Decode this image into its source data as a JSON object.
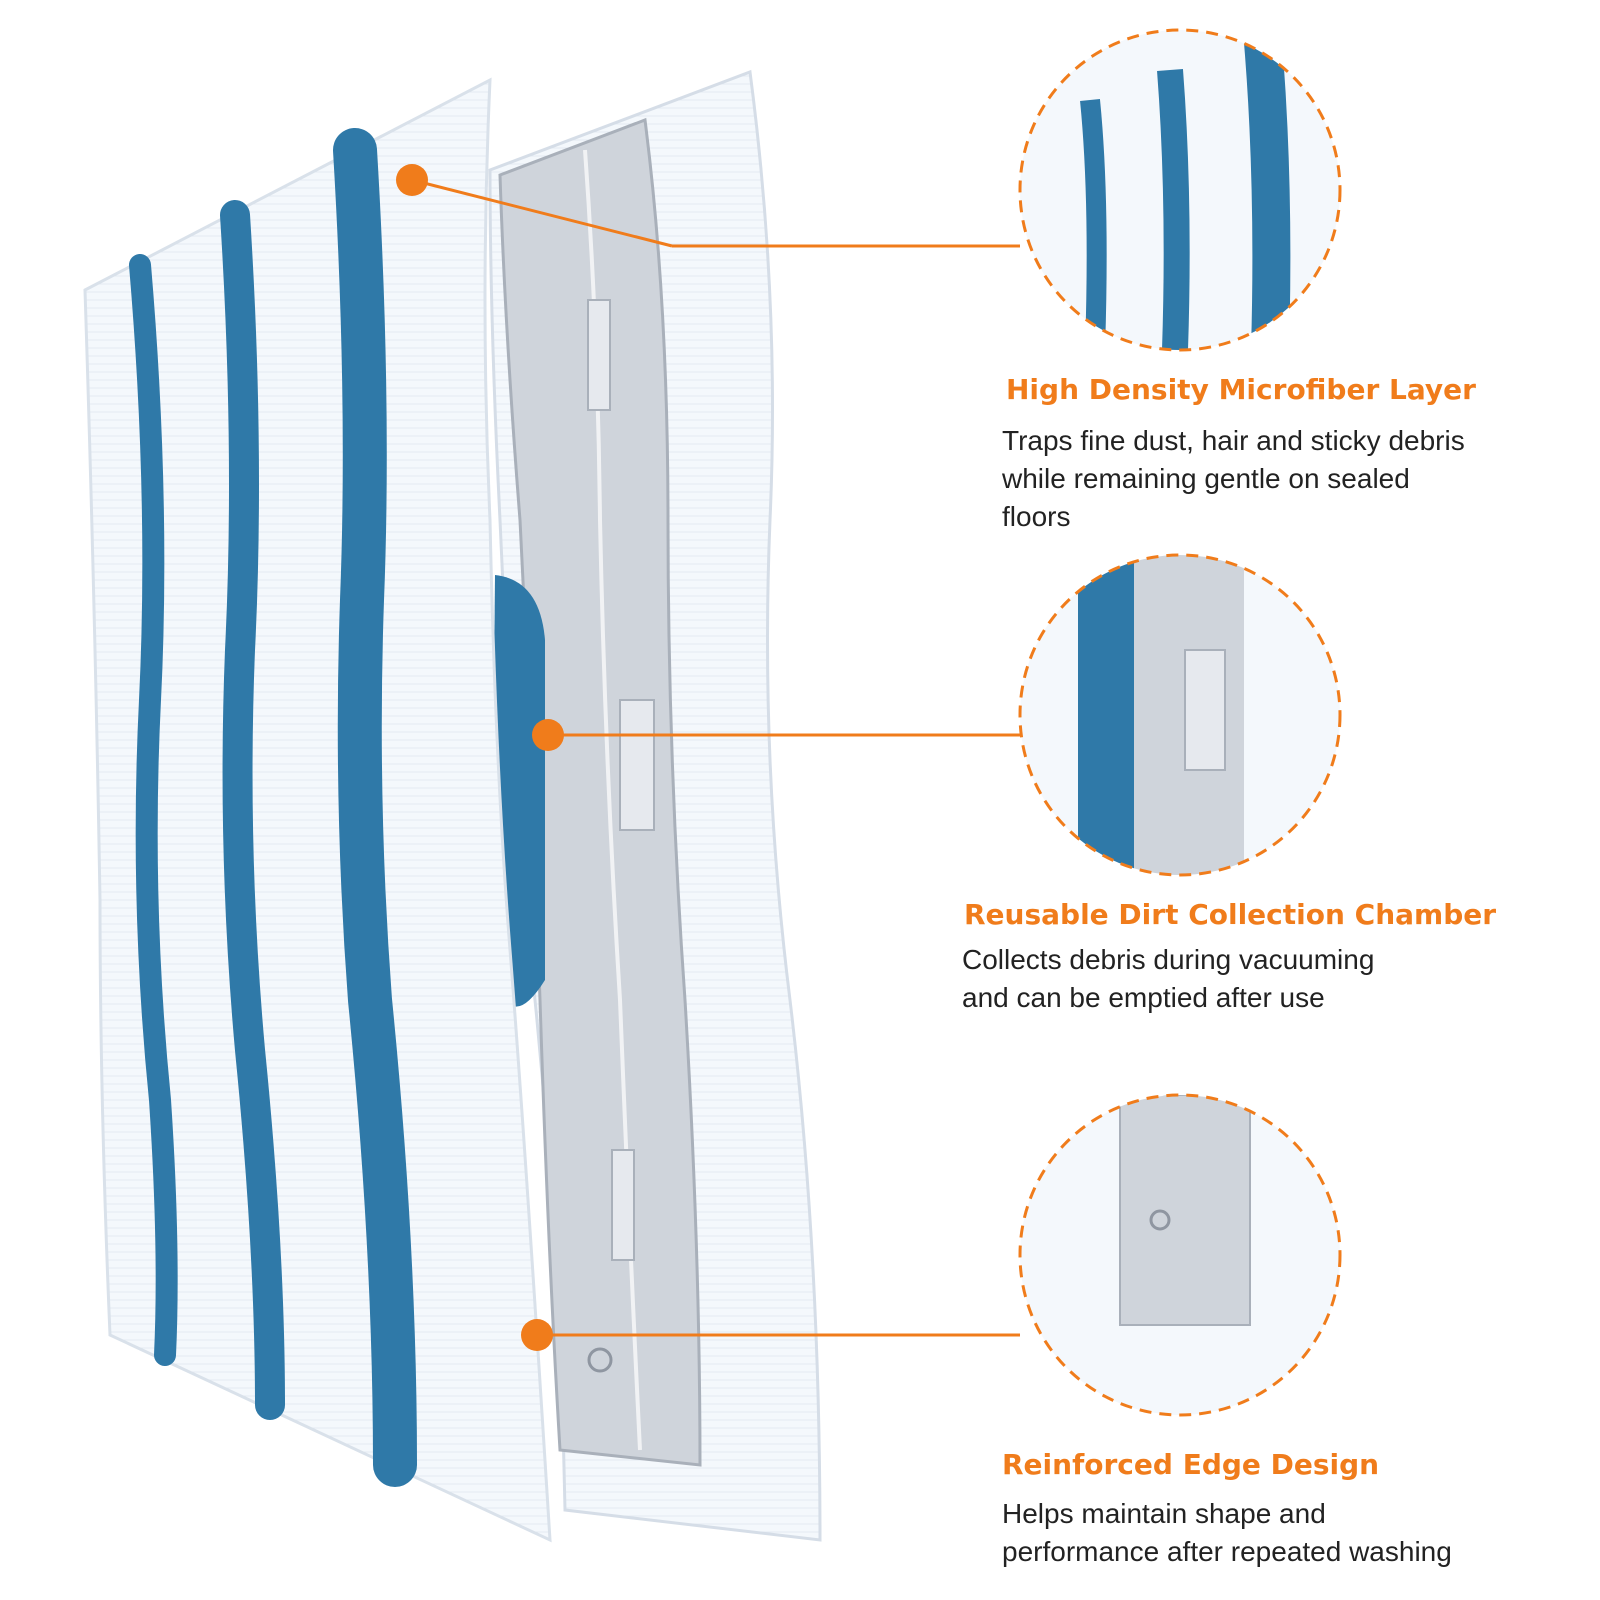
{
  "colors": {
    "accent": "#f07c1b",
    "stripe_blue": "#2f79a8",
    "fabric_white": "#f4f8fc",
    "chamber_gray": "#c9ced6"
  },
  "callouts": [
    {
      "title": "High Density Microfiber Layer",
      "lines": [
        "Traps fine dust, hair and sticky debris",
        "while remaining gentle on sealed",
        "floors"
      ]
    },
    {
      "title": "Reusable Dirt Collection Chamber",
      "lines": [
        "Collects debris during vacuuming",
        "and can be emptied after use"
      ]
    },
    {
      "title": "Reinforced Edge Design",
      "lines": [
        "Helps maintain shape and",
        "performance after repeated washing"
      ]
    }
  ]
}
